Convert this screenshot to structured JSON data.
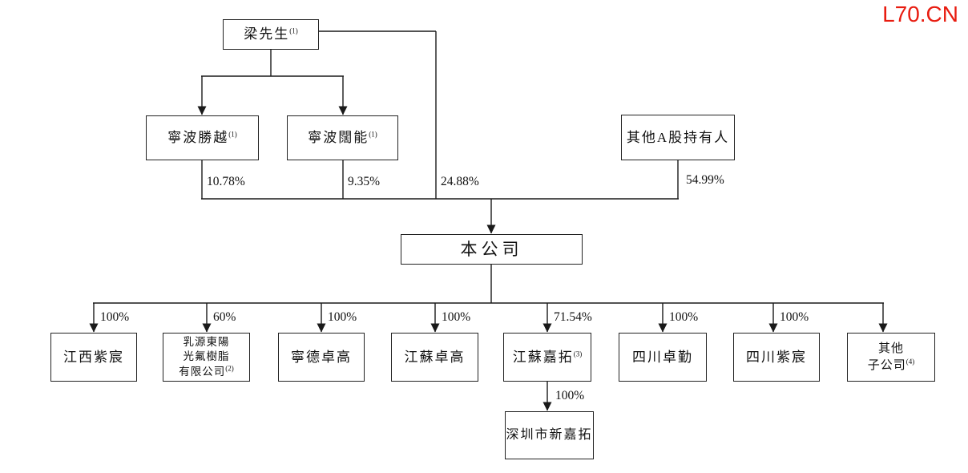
{
  "watermark": {
    "text": "L70.CN"
  },
  "colors": {
    "watermark": "#e81c10",
    "line": "#1a1a1a",
    "text": "#111111",
    "background": "#ffffff"
  },
  "nodes": {
    "liang": {
      "label": "梁先生",
      "sup": "(1)"
    },
    "ningbo_shengyue": {
      "label": "寧波勝越",
      "sup": "(1)",
      "pct": "10.78%"
    },
    "ningbo_kuoneng": {
      "label": "寧波闊能",
      "sup": "(1)",
      "pct": "9.35%"
    },
    "liang_direct_pct": "24.88%",
    "other_a_share": {
      "label": "其他A股持有人",
      "pct": "54.99%"
    },
    "company": {
      "label": "本公司"
    },
    "subs": [
      {
        "line1": "江西紫宸",
        "pct": "100%"
      },
      {
        "line1": "乳源東陽",
        "line2": "光氟樹脂",
        "line3": "有限公司",
        "sup": "(2)",
        "pct": "60%"
      },
      {
        "line1": "寧德卓高",
        "pct": "100%"
      },
      {
        "line1": "江蘇卓高",
        "pct": "100%"
      },
      {
        "line1": "江蘇嘉拓",
        "sup": "(3)",
        "pct": "71.54%"
      },
      {
        "line1": "四川卓勤",
        "pct": "100%"
      },
      {
        "line1": "四川紫宸",
        "pct": "100%"
      },
      {
        "line1": "其他",
        "line2": "子公司",
        "sup": "(4)"
      }
    ],
    "shenzhen": {
      "label": "深圳市新嘉拓",
      "pct": "100%"
    }
  }
}
